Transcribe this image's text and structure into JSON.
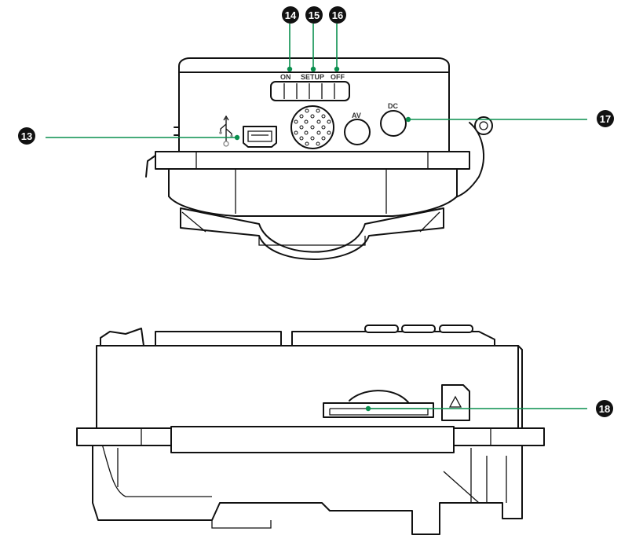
{
  "callouts": [
    {
      "id": "13",
      "label": "13"
    },
    {
      "id": "14",
      "label": "14"
    },
    {
      "id": "15",
      "label": "15"
    },
    {
      "id": "16",
      "label": "16"
    },
    {
      "id": "17",
      "label": "17"
    },
    {
      "id": "18",
      "label": "18"
    }
  ],
  "switch_labels": {
    "on": "ON",
    "setup": "SETUP",
    "off": "OFF"
  },
  "port_labels": {
    "av": "AV",
    "dc": "DC"
  },
  "colors": {
    "callout_line": "#0a8f4e",
    "badge": "#111111"
  },
  "icons": {
    "usb": "usb-icon",
    "sd_lock": "triangle-icon"
  }
}
